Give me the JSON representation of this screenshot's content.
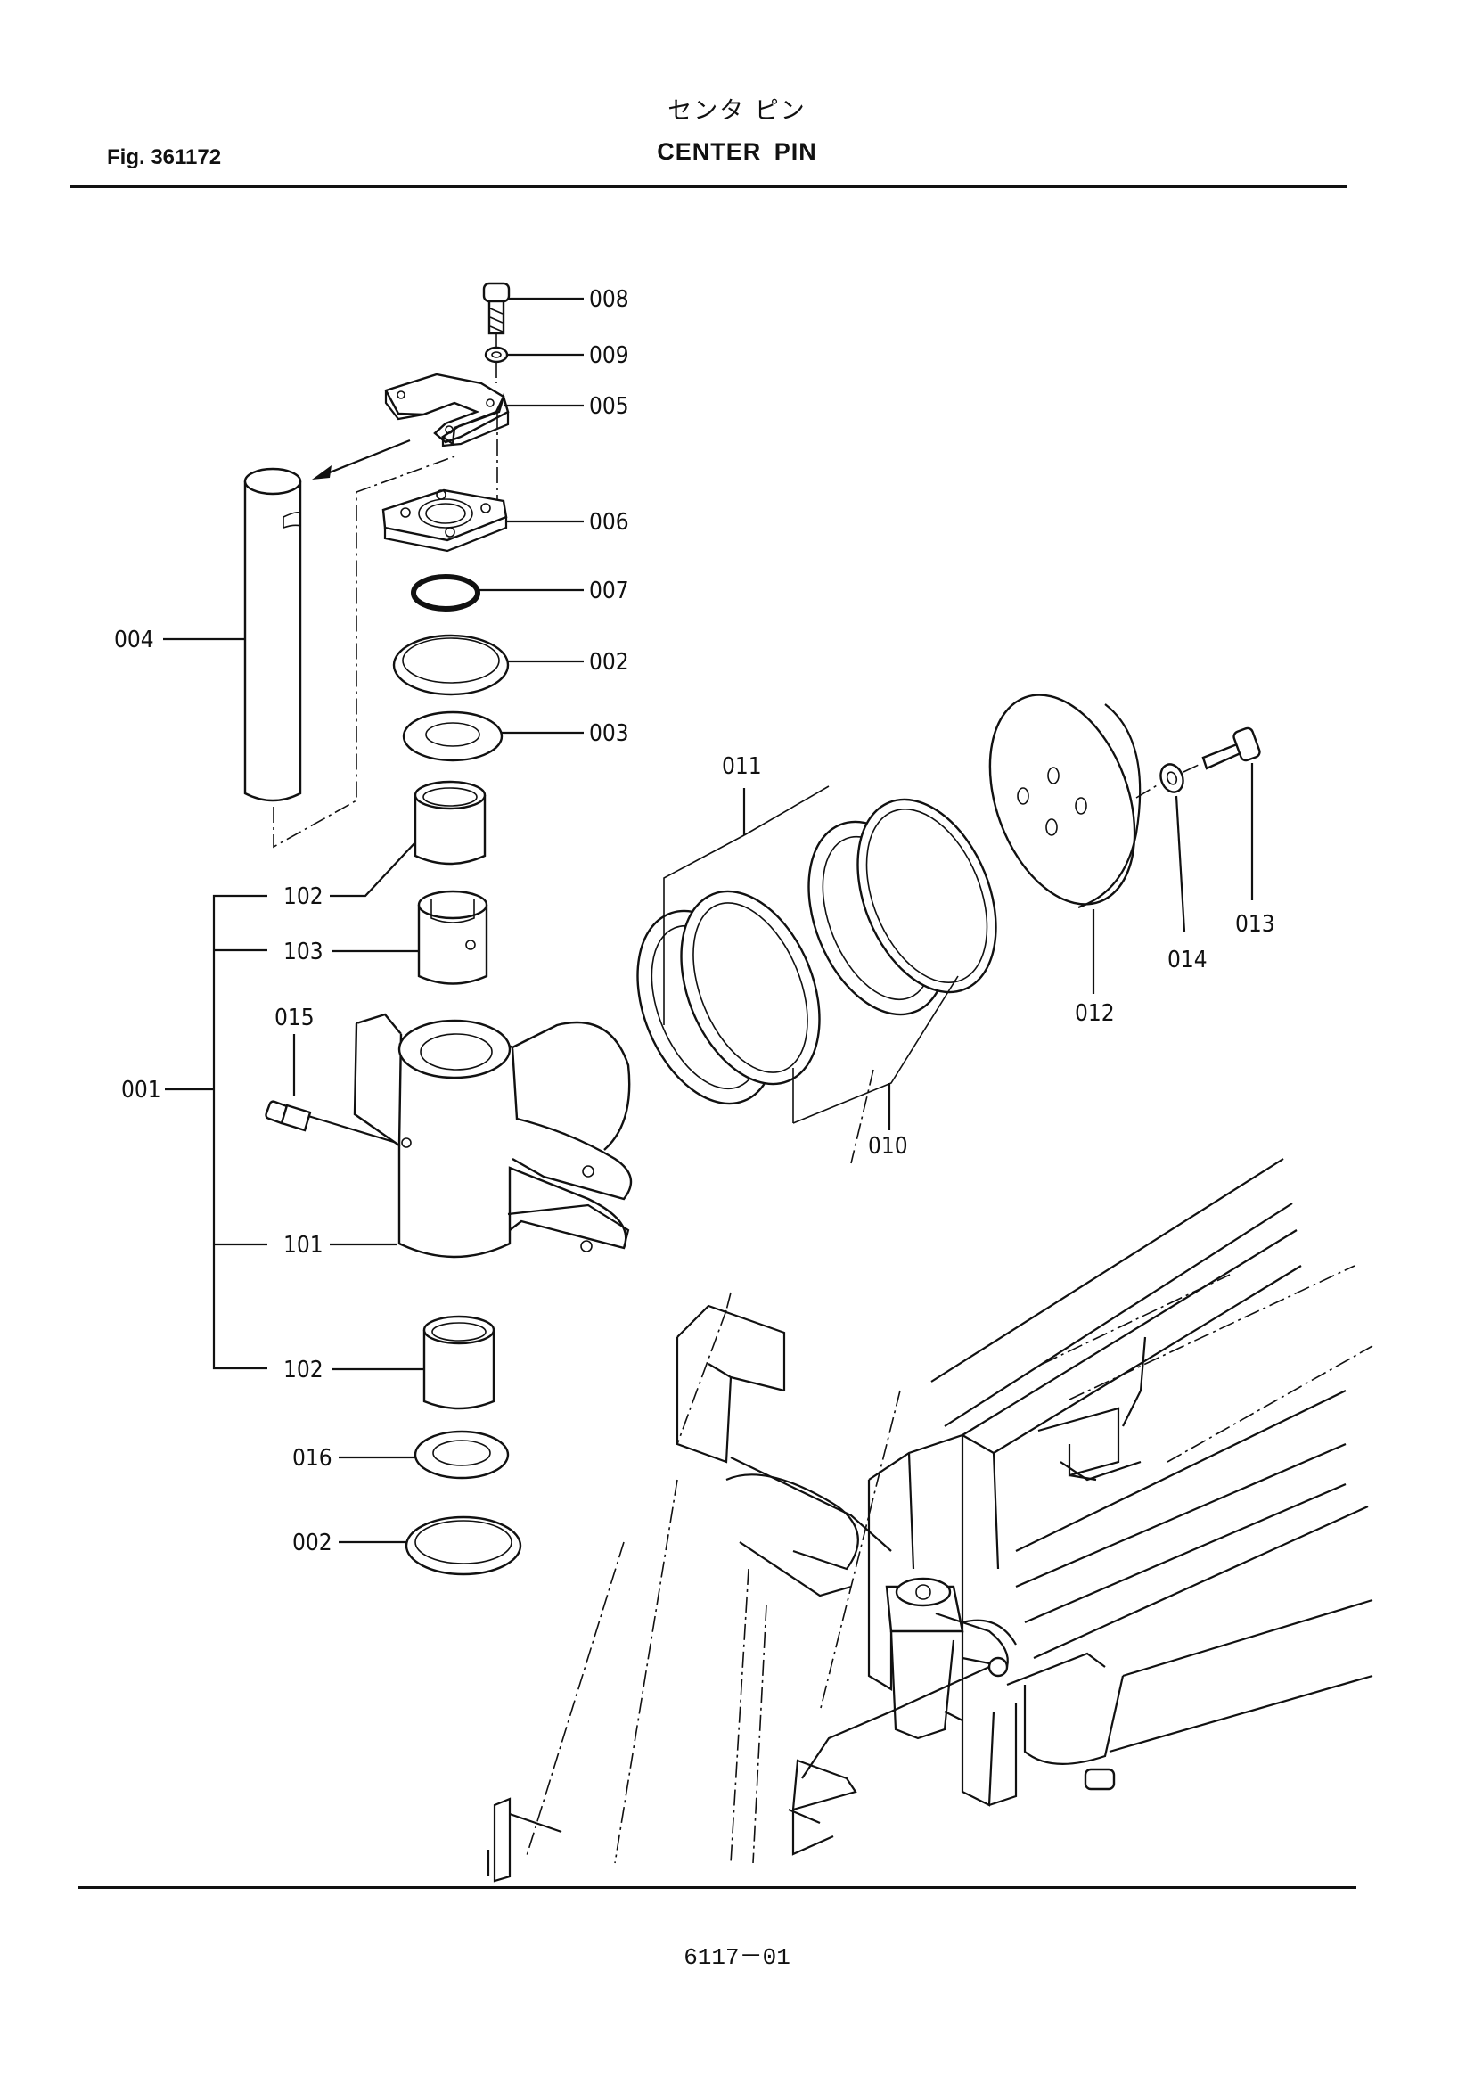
{
  "header": {
    "title_jp": "センタ ピン",
    "title_en": "CENTER PIN",
    "fig_label": "Fig. 361172"
  },
  "parts": [
    {
      "id": "p008",
      "label": "008"
    },
    {
      "id": "p009",
      "label": "009"
    },
    {
      "id": "p005",
      "label": "005"
    },
    {
      "id": "p006",
      "label": "006"
    },
    {
      "id": "p007",
      "label": "007"
    },
    {
      "id": "p002a",
      "label": "002"
    },
    {
      "id": "p003",
      "label": "003"
    },
    {
      "id": "p004",
      "label": "004"
    },
    {
      "id": "p011",
      "label": "011"
    },
    {
      "id": "p102a",
      "label": "102"
    },
    {
      "id": "p103",
      "label": "103"
    },
    {
      "id": "p015",
      "label": "015"
    },
    {
      "id": "p001",
      "label": "001"
    },
    {
      "id": "p101",
      "label": "101"
    },
    {
      "id": "p102b",
      "label": "102"
    },
    {
      "id": "p016",
      "label": "016"
    },
    {
      "id": "p002b",
      "label": "002"
    },
    {
      "id": "p010",
      "label": "010"
    },
    {
      "id": "p012",
      "label": "012"
    },
    {
      "id": "p014",
      "label": "014"
    },
    {
      "id": "p013",
      "label": "013"
    }
  ],
  "footer": {
    "page_code": "6117－01"
  }
}
